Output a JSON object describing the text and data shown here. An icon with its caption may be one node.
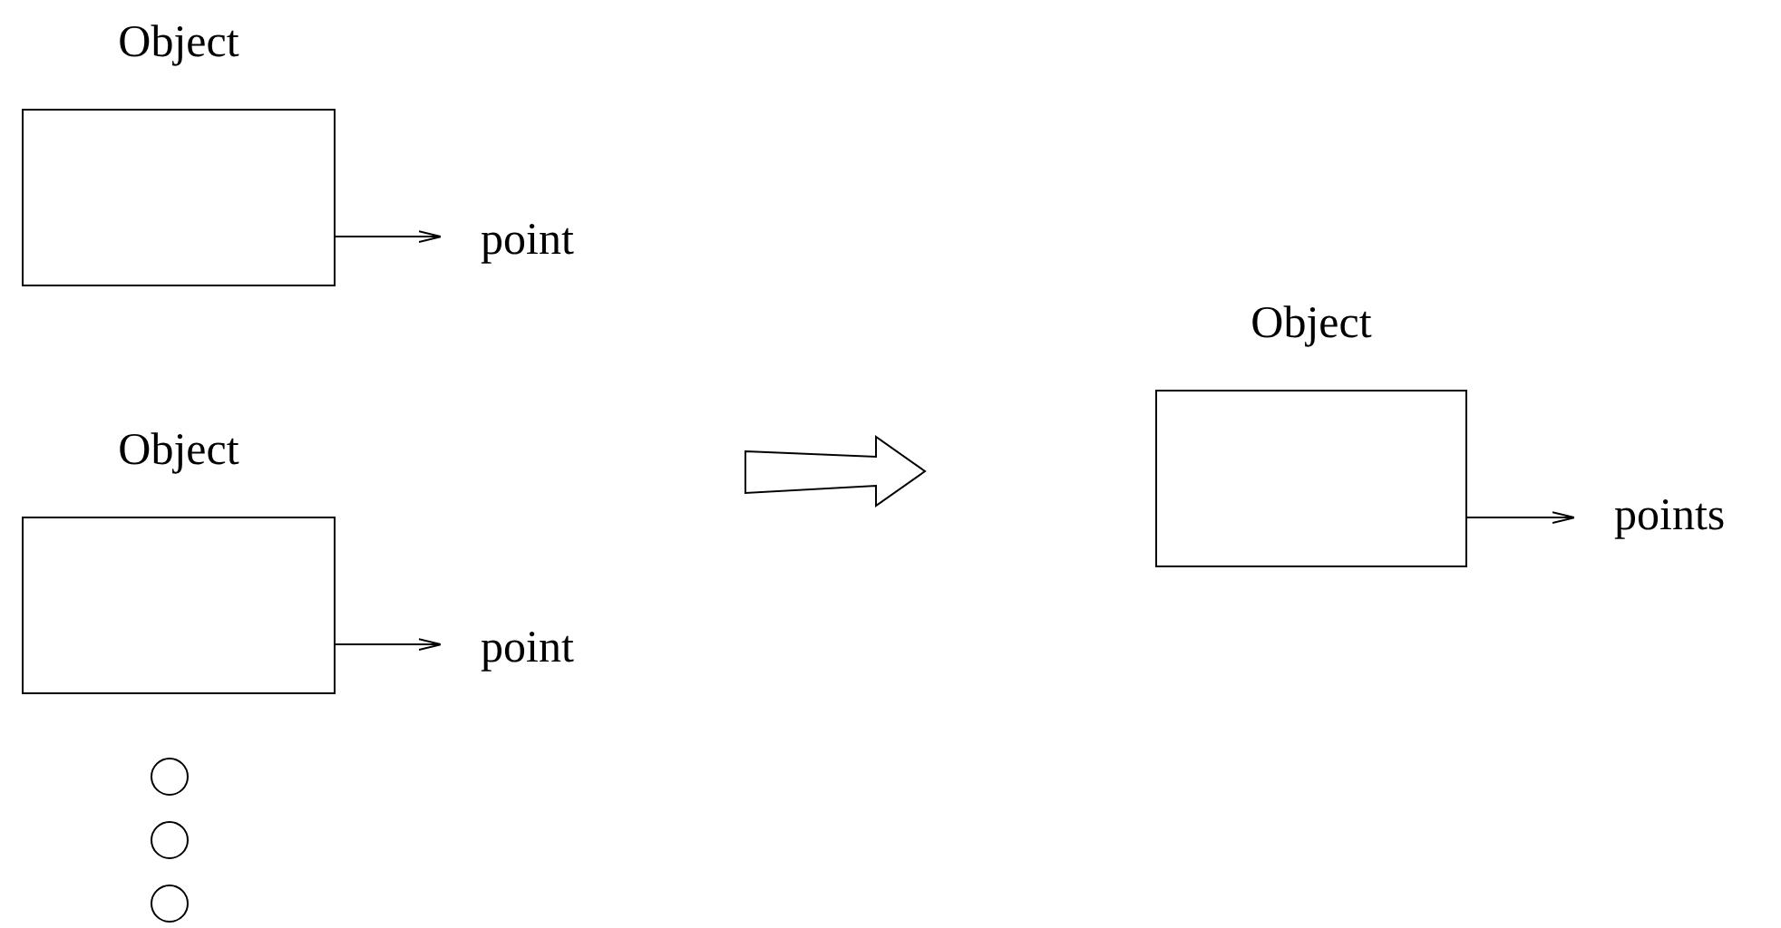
{
  "diagram": {
    "nodes": [
      {
        "text": [
          "Object"
        ]
      },
      {
        "text": [
          "point"
        ]
      },
      {
        "text": [
          "Object"
        ]
      },
      {
        "text": [
          "point"
        ]
      },
      {
        "text": [],
        "shape": "circle"
      },
      {
        "text": [],
        "shape": "circle"
      },
      {
        "text": [],
        "shape": "circle"
      },
      {
        "text": [
          "Object"
        ]
      },
      {
        "text": [
          "points"
        ]
      }
    ],
    "edges": [
      {
        "from": 0,
        "to": 1,
        "arrow": "to"
      },
      {
        "from": 2,
        "to": 3,
        "arrow": "to"
      },
      {
        "from": 7,
        "to": 8,
        "arrow": "to"
      }
    ]
  }
}
